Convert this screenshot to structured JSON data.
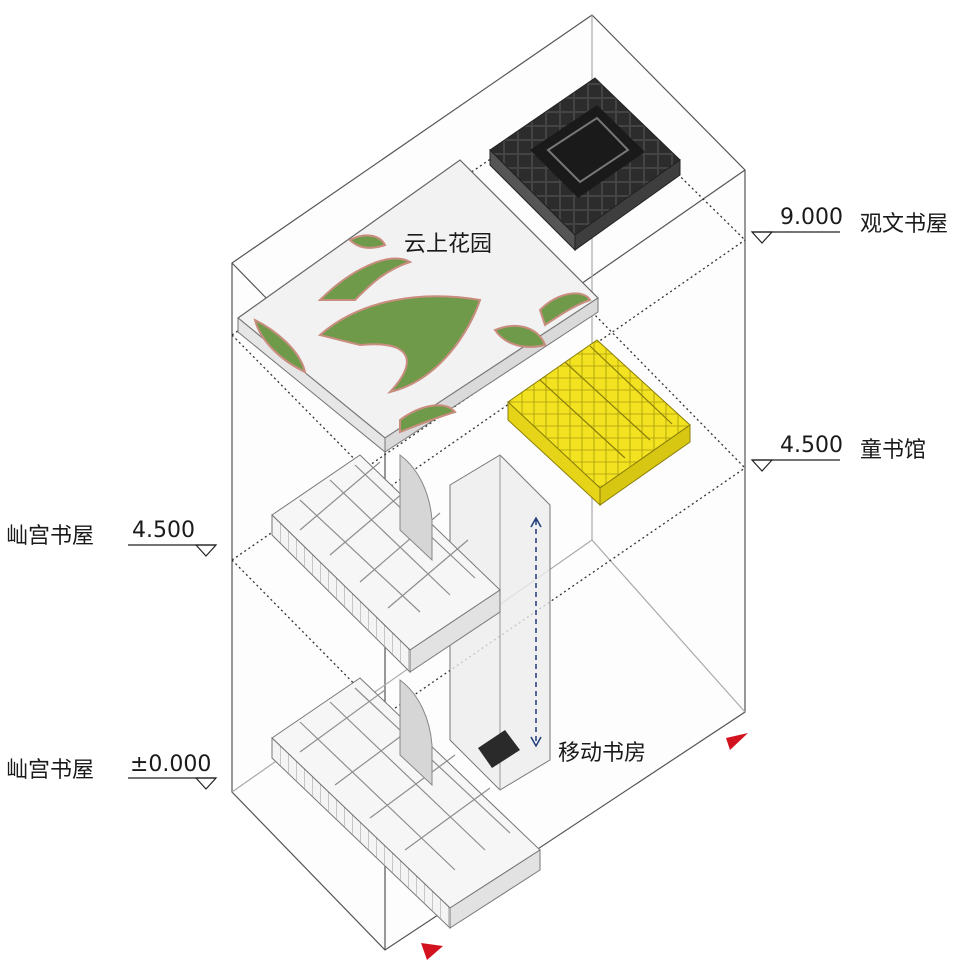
{
  "labels": {
    "cloud_garden": "云上花园",
    "guanwen_shuwu": "观文书屋",
    "tong_shuguan": "童书馆",
    "yigong_upper": "屾宫书屋",
    "yigong_lower": "屾宫书屋",
    "mobile_study": "移动书房"
  },
  "levels": {
    "top": "9.000",
    "middle_right": "4.500",
    "middle_left": "4.500",
    "ground": "±0.000"
  },
  "colors": {
    "garden_green": "#6f9a4a",
    "garden_edge": "#c98d7f",
    "kids_yellow": "#f1e11e",
    "dark_block": "#3a3a3a",
    "arrow_red": "#d3121f",
    "line": "#333333"
  }
}
